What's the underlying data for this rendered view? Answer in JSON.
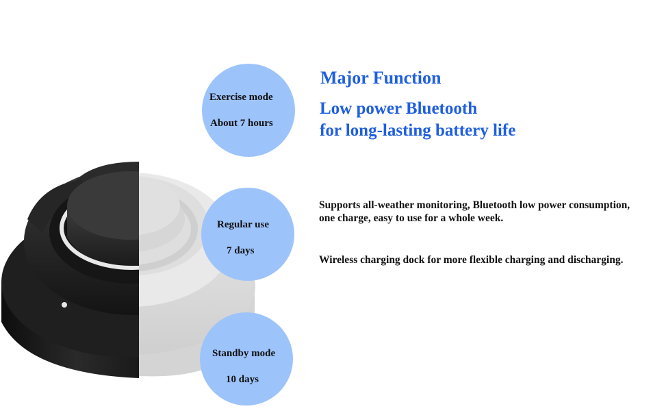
{
  "badges": [
    {
      "mode": "Exercise mode",
      "duration": "About 7 hours"
    },
    {
      "mode": "Regular use",
      "duration": "7 days"
    },
    {
      "mode": "Standby mode",
      "duration": "10 days"
    }
  ],
  "heading": {
    "title": "Major Function",
    "subtitle_line1": "Low power Bluetooth",
    "subtitle_line2": "for long-lasting battery life"
  },
  "description": {
    "paragraph1": "Supports all-weather monitoring, Bluetooth low power consumption, one charge, easy to use for a whole week.",
    "paragraph2": "Wireless charging dock for more flexible charging and discharging."
  },
  "colors": {
    "badge_fill": "#9dc3fb",
    "heading_blue": "#1f5fe0",
    "text": "#111111"
  }
}
